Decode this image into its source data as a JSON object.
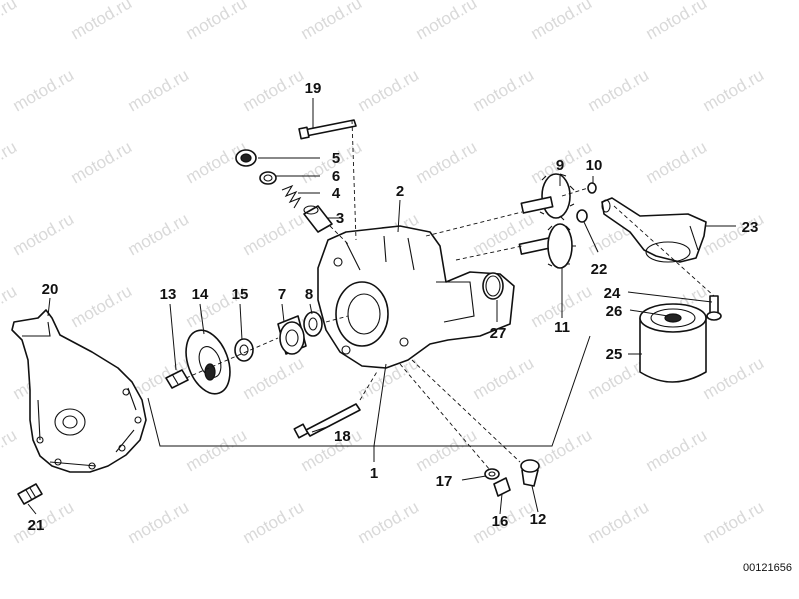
{
  "watermark": {
    "text": "motod.ru",
    "color": "#d9d9d9"
  },
  "diagram_ref": "00121656",
  "callouts": {
    "c1": "1",
    "c2": "2",
    "c3": "3",
    "c4": "4",
    "c5": "5",
    "c6": "6",
    "c7": "7",
    "c8": "8",
    "c9": "9",
    "c10": "10",
    "c11": "11",
    "c12": "12",
    "c13": "13",
    "c14": "14",
    "c15": "15",
    "c16": "16",
    "c17": "17",
    "c18": "18",
    "c19": "19",
    "c20": "20",
    "c21": "21",
    "c22": "22",
    "c23": "23",
    "c24": "24",
    "c25": "25",
    "c26": "26",
    "c27": "27"
  }
}
